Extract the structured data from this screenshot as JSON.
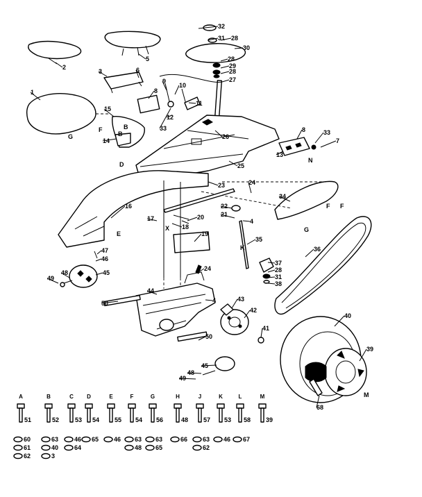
{
  "callouts": [
    {
      "id": "c32",
      "text": "32"
    },
    {
      "id": "c31a",
      "text": "31"
    },
    {
      "id": "c28a",
      "text": "28"
    },
    {
      "id": "c30",
      "text": "30"
    },
    {
      "id": "c28b",
      "text": "28"
    },
    {
      "id": "c29",
      "text": "29"
    },
    {
      "id": "c28c",
      "text": "28"
    },
    {
      "id": "c27",
      "text": "27"
    },
    {
      "id": "c2",
      "text": "2"
    },
    {
      "id": "c5",
      "text": "5"
    },
    {
      "id": "c3",
      "text": "3"
    },
    {
      "id": "c6",
      "text": "6"
    },
    {
      "id": "c9",
      "text": "9"
    },
    {
      "id": "c10",
      "text": "10"
    },
    {
      "id": "c8a",
      "text": "8"
    },
    {
      "id": "c11",
      "text": "11"
    },
    {
      "id": "c1",
      "text": "1"
    },
    {
      "id": "c12",
      "text": "12"
    },
    {
      "id": "c15",
      "text": "15"
    },
    {
      "id": "c33a",
      "text": "33"
    },
    {
      "id": "c26",
      "text": "26"
    },
    {
      "id": "c8b",
      "text": "8"
    },
    {
      "id": "c33b",
      "text": "33"
    },
    {
      "id": "c7",
      "text": "7"
    },
    {
      "id": "c14",
      "text": "14"
    },
    {
      "id": "c13",
      "text": "13"
    },
    {
      "id": "c25",
      "text": "25"
    },
    {
      "id": "c24a",
      "text": "24"
    },
    {
      "id": "c23",
      "text": "23"
    },
    {
      "id": "c16",
      "text": "16"
    },
    {
      "id": "c22",
      "text": "22"
    },
    {
      "id": "c21",
      "text": "21"
    },
    {
      "id": "c4a",
      "text": "4"
    },
    {
      "id": "c17",
      "text": "17"
    },
    {
      "id": "c20",
      "text": "20"
    },
    {
      "id": "c18",
      "text": "18"
    },
    {
      "id": "c34",
      "text": "34"
    },
    {
      "id": "c19",
      "text": "19"
    },
    {
      "id": "c35a",
      "text": "35"
    },
    {
      "id": "c36",
      "text": "36"
    },
    {
      "id": "c47",
      "text": "47"
    },
    {
      "id": "c46",
      "text": "46"
    },
    {
      "id": "c37",
      "text": "37"
    },
    {
      "id": "c28d",
      "text": "28"
    },
    {
      "id": "c31b",
      "text": "31"
    },
    {
      "id": "c38",
      "text": "38"
    },
    {
      "id": "c48a",
      "text": "48"
    },
    {
      "id": "c45a",
      "text": "45"
    },
    {
      "id": "c49a",
      "text": "49"
    },
    {
      "id": "c24b",
      "text": "24"
    },
    {
      "id": "c44",
      "text": "44"
    },
    {
      "id": "c4b",
      "text": "4"
    },
    {
      "id": "c43",
      "text": "43"
    },
    {
      "id": "c50a",
      "text": "50"
    },
    {
      "id": "c42",
      "text": "42"
    },
    {
      "id": "c40",
      "text": "40"
    },
    {
      "id": "c41",
      "text": "41"
    },
    {
      "id": "c50b",
      "text": "50"
    },
    {
      "id": "c39",
      "text": "39"
    },
    {
      "id": "c45b",
      "text": "45"
    },
    {
      "id": "c48b",
      "text": "48"
    },
    {
      "id": "c49b",
      "text": "49"
    },
    {
      "id": "c68",
      "text": "68"
    }
  ],
  "letters": [
    {
      "id": "lF1",
      "text": "F"
    },
    {
      "id": "lG1",
      "text": "G"
    },
    {
      "id": "lB",
      "text": "B"
    },
    {
      "id": "lB2",
      "text": "B"
    },
    {
      "id": "lN",
      "text": "N"
    },
    {
      "id": "lD",
      "text": "D"
    },
    {
      "id": "lE",
      "text": "E"
    },
    {
      "id": "lF2",
      "text": "F"
    },
    {
      "id": "lF3",
      "text": "F"
    },
    {
      "id": "lG2",
      "text": "G"
    },
    {
      "id": "lX",
      "text": "X"
    },
    {
      "id": "lK",
      "text": "K"
    },
    {
      "id": "lM",
      "text": "M"
    }
  ],
  "hardware_columns": [
    {
      "letter": "A",
      "bolt": "51",
      "parts": [
        "60",
        "61",
        "62"
      ]
    },
    {
      "letter": "B",
      "bolt": "52",
      "parts": [
        "63",
        "40",
        "3"
      ]
    },
    {
      "letter": "C",
      "bolt": "53",
      "parts": [
        "46",
        "64"
      ]
    },
    {
      "letter": "D",
      "bolt": "54",
      "parts": [
        "65"
      ]
    },
    {
      "letter": "E",
      "bolt": "55",
      "parts": [
        "46"
      ]
    },
    {
      "letter": "F",
      "bolt": "54",
      "parts": [
        "63",
        "48"
      ]
    },
    {
      "letter": "G",
      "bolt": "56",
      "parts": [
        "63",
        "65"
      ]
    },
    {
      "letter": "H",
      "bolt": "48",
      "parts": [
        "66"
      ]
    },
    {
      "letter": "J",
      "bolt": "57",
      "parts": [
        "63",
        "62"
      ]
    },
    {
      "letter": "K",
      "bolt": "53",
      "parts": [
        "46"
      ]
    },
    {
      "letter": "L",
      "bolt": "58",
      "parts": [
        "67"
      ]
    },
    {
      "letter": "M",
      "bolt": "39",
      "parts": []
    }
  ]
}
